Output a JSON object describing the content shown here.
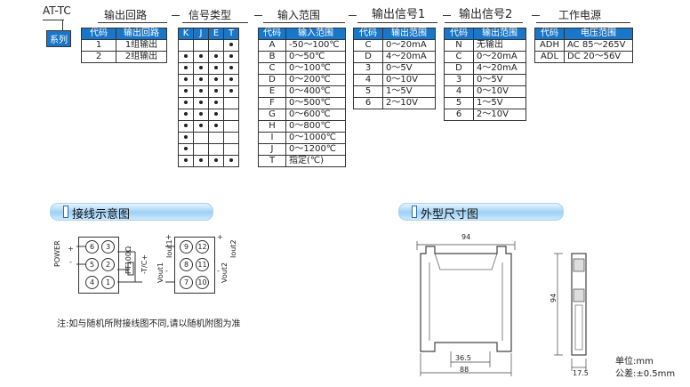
{
  "model": {
    "prefix": "AT-TC",
    "headings": [
      "输出回路",
      "信号类型",
      "输入范围",
      "输出信号1",
      "输出信号2",
      "工作电源"
    ],
    "series_label": "系列"
  },
  "output_loop": {
    "headers": [
      "代码",
      "输出回路"
    ],
    "rows": [
      [
        "1",
        "1组输出"
      ],
      [
        "2",
        "2组输出"
      ]
    ]
  },
  "signal_type": {
    "headers": [
      "K",
      "J",
      "E",
      "T"
    ]
  },
  "input_range": {
    "headers": [
      "代码",
      "输入范围"
    ],
    "rows": [
      {
        "code": "A",
        "range": "-50～100℃",
        "k": false,
        "j": false,
        "e": false,
        "t": true
      },
      {
        "code": "B",
        "range": "0～50℃",
        "k": true,
        "j": true,
        "e": true,
        "t": true
      },
      {
        "code": "C",
        "range": "0～100℃",
        "k": true,
        "j": true,
        "e": true,
        "t": true
      },
      {
        "code": "D",
        "range": "0～200℃",
        "k": true,
        "j": true,
        "e": true,
        "t": true
      },
      {
        "code": "E",
        "range": "0～400℃",
        "k": true,
        "j": true,
        "e": true,
        "t": true
      },
      {
        "code": "F",
        "range": "0～500℃",
        "k": true,
        "j": true,
        "e": true,
        "t": false
      },
      {
        "code": "G",
        "range": "0～600℃",
        "k": true,
        "j": true,
        "e": true,
        "t": false
      },
      {
        "code": "H",
        "range": "0～800℃",
        "k": true,
        "j": true,
        "e": true,
        "t": false
      },
      {
        "code": "I",
        "range": "0～1000℃",
        "k": true,
        "j": false,
        "e": false,
        "t": false
      },
      {
        "code": "J",
        "range": "0～1200℃",
        "k": true,
        "j": false,
        "e": false,
        "t": false
      },
      {
        "code": "T",
        "range": "指定(℃)",
        "k": true,
        "j": true,
        "e": true,
        "t": true
      }
    ]
  },
  "output1": {
    "headers": [
      "代码",
      "输出范围"
    ],
    "rows": [
      [
        "C",
        "0～20mA"
      ],
      [
        "D",
        "4～20mA"
      ],
      [
        "3",
        "0～5V"
      ],
      [
        "4",
        "0～10V"
      ],
      [
        "5",
        "1～5V"
      ],
      [
        "6",
        "2～10V"
      ]
    ]
  },
  "output2": {
    "headers": [
      "代码",
      "输出范围"
    ],
    "rows": [
      [
        "N",
        "无输出"
      ],
      [
        "C",
        "0～20mA"
      ],
      [
        "D",
        "4～20mA"
      ],
      [
        "3",
        "0～5V"
      ],
      [
        "4",
        "0～10V"
      ],
      [
        "5",
        "1～5V"
      ],
      [
        "6",
        "2～10V"
      ]
    ]
  },
  "power": {
    "headers": [
      "代码",
      "电压范围"
    ],
    "rows": [
      [
        "ADH",
        "AC 85～265V"
      ],
      [
        "ADL",
        "DC 20～56V"
      ]
    ]
  },
  "wiring": {
    "title": "接线示意图",
    "terminals": [
      "6",
      "3",
      "5",
      "2",
      "4",
      "1",
      "9",
      "12",
      "8",
      "11",
      "7",
      "10"
    ],
    "labels": [
      "POWER",
      "+",
      "-",
      "PT100Ω",
      "-T/C+",
      "Vout1",
      "Iout1",
      "Vout2",
      "Iout2",
      "+",
      "-",
      "+",
      "-"
    ],
    "note": "注:如与随机所附接线图不同,请以随机附图为准"
  },
  "dimensions": {
    "title": "外型尺寸图",
    "width": "94",
    "height": "94",
    "inner": "36.5",
    "base": "88",
    "depth": "17.5",
    "unit": "单位:mm",
    "tolerance": "公差:±0.5mm"
  }
}
